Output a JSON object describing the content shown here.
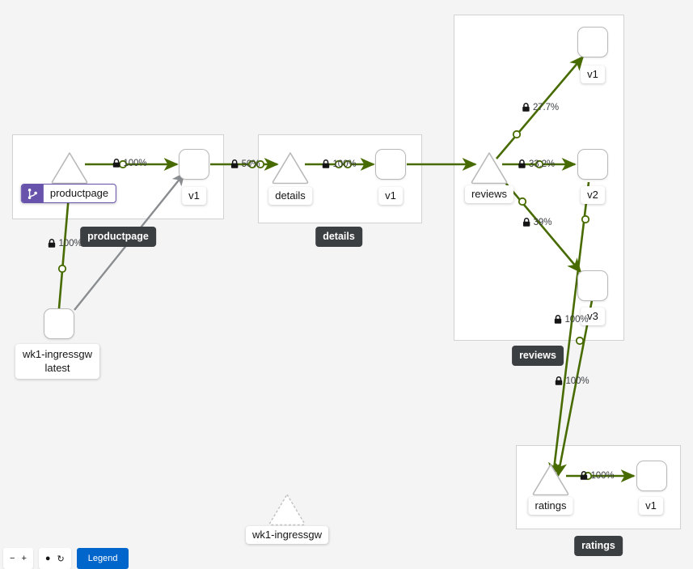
{
  "canvas": {
    "background_color": "#f4f4f4",
    "group_border_color": "#d2d2d2",
    "healthy_edge_color": "#486b00",
    "idle_edge_color": "#8a8d90",
    "badge_color": "#6753ac",
    "chip_color": "#3c3f42"
  },
  "groups": [
    {
      "name": "productpage",
      "chip_label": "productpage"
    },
    {
      "name": "details",
      "chip_label": "details"
    },
    {
      "name": "reviews",
      "chip_label": "reviews"
    },
    {
      "name": "ratings",
      "chip_label": "ratings"
    }
  ],
  "nodes": {
    "ingressgw_workload": {
      "label_line1": "wk1-ingressgw",
      "label_line2": "latest",
      "type": "workload"
    },
    "productpage_service": {
      "label": "productpage",
      "type": "service",
      "badge": "virtual-service-icon"
    },
    "productpage_v1": {
      "label": "v1",
      "type": "workload"
    },
    "details_service": {
      "label": "details",
      "type": "service"
    },
    "details_v1": {
      "label": "v1",
      "type": "workload"
    },
    "reviews_service": {
      "label": "reviews",
      "type": "service"
    },
    "reviews_v1": {
      "label": "v1",
      "type": "workload"
    },
    "reviews_v2": {
      "label": "v2",
      "type": "workload"
    },
    "reviews_v3": {
      "label": "v3",
      "type": "workload"
    },
    "ratings_service": {
      "label": "ratings",
      "type": "service"
    },
    "ratings_v1": {
      "label": "v1",
      "type": "workload"
    },
    "ingressgw_service": {
      "label": "wk1-ingressgw",
      "type": "service-idle"
    }
  },
  "edges": [
    {
      "id": "ingress-to-productpage-svc",
      "percent": "100%",
      "secured": true,
      "state": "healthy"
    },
    {
      "id": "productpage-svc-to-v1",
      "percent": "100%",
      "secured": true,
      "state": "healthy"
    },
    {
      "id": "productpage-v1-to-details-svc",
      "percent": "50%",
      "secured": true,
      "state": "healthy"
    },
    {
      "id": "details-svc-to-v1",
      "percent": "100%",
      "secured": true,
      "state": "healthy"
    },
    {
      "id": "reviews-svc-to-v1",
      "percent": "27.7%",
      "secured": true,
      "state": "healthy"
    },
    {
      "id": "reviews-svc-to-v2",
      "percent": "33.2%",
      "secured": true,
      "state": "healthy"
    },
    {
      "id": "reviews-svc-to-v3",
      "percent": "39%",
      "secured": true,
      "state": "healthy"
    },
    {
      "id": "reviews-v3-to-ratings-svc",
      "percent": "100%",
      "secured": true,
      "state": "healthy"
    },
    {
      "id": "reviews-v2-to-ratings-svc",
      "percent": "100%",
      "secured": true,
      "state": "healthy"
    },
    {
      "id": "ratings-svc-to-v1",
      "percent": "100%",
      "secured": true,
      "state": "healthy"
    },
    {
      "id": "ingress-to-productpage-v1",
      "percent": "",
      "secured": false,
      "state": "idle"
    }
  ],
  "toolbar": {
    "legend_label": "Legend",
    "zoom_label": "",
    "primary_label": ""
  }
}
